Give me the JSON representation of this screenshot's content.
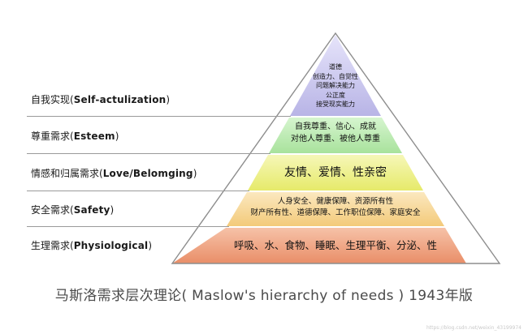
{
  "levels": [
    {
      "label_cn": "自我实现(",
      "label_en": "Self-actulization",
      "label_close": ")",
      "lines": [
        "道德",
        "创造力、自觉性",
        "问题解决能力",
        "公正度",
        "接受现实能力"
      ],
      "color": "#c9c6ec"
    },
    {
      "label_cn": "尊重需求(",
      "label_en": "Esteem",
      "label_close": ")",
      "lines": [
        "自我尊重、信心、成就",
        "对他人尊重、被他人尊重"
      ],
      "color": "#bdebb4"
    },
    {
      "label_cn": "情感和归属需求(",
      "label_en": "Love/Belomging",
      "label_close": ")",
      "lines": [
        "友情、爱情、性亲密"
      ],
      "color": "#eef08a"
    },
    {
      "label_cn": "安全需求(",
      "label_en": "Safety",
      "label_close": ")",
      "lines": [
        "人身安全、健康保障、资源所有性",
        "财产所有性、道德保障、工作职位保障、家庭安全"
      ],
      "color": "#f7d99a"
    },
    {
      "label_cn": "生理需求(",
      "label_en": "Physiological",
      "label_close": ")",
      "lines": [
        "呼吸、水、食物、睡眠、生理平衡、分泌、性"
      ],
      "color": "#f0a887"
    }
  ],
  "caption": "马斯洛需求层次理论( Maslow's hierarchy of needs )   1943年版",
  "watermark": "https://blog.csdn.net/weixin_43199974"
}
